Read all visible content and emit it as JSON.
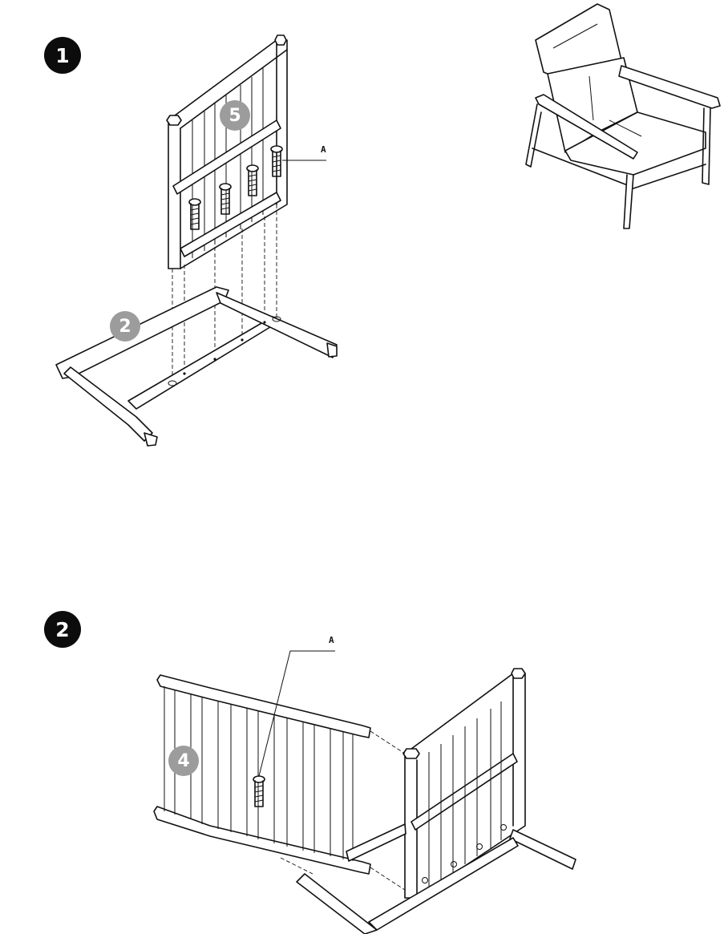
{
  "steps": [
    {
      "number": "1",
      "part_label": "5",
      "frame_label": "2",
      "fastener_callout": "A"
    },
    {
      "number": "2",
      "part_label": "4",
      "fastener_callout": "A"
    }
  ],
  "icons": {
    "reference": "armchair-icon",
    "part1": "backrest-panel-icon",
    "part2": "base-frame-icon",
    "screw": "screw-icon"
  },
  "colors": {
    "step_badge": "#0c0c0c",
    "part_badge": "#9c9c9c",
    "line": "#111111"
  }
}
